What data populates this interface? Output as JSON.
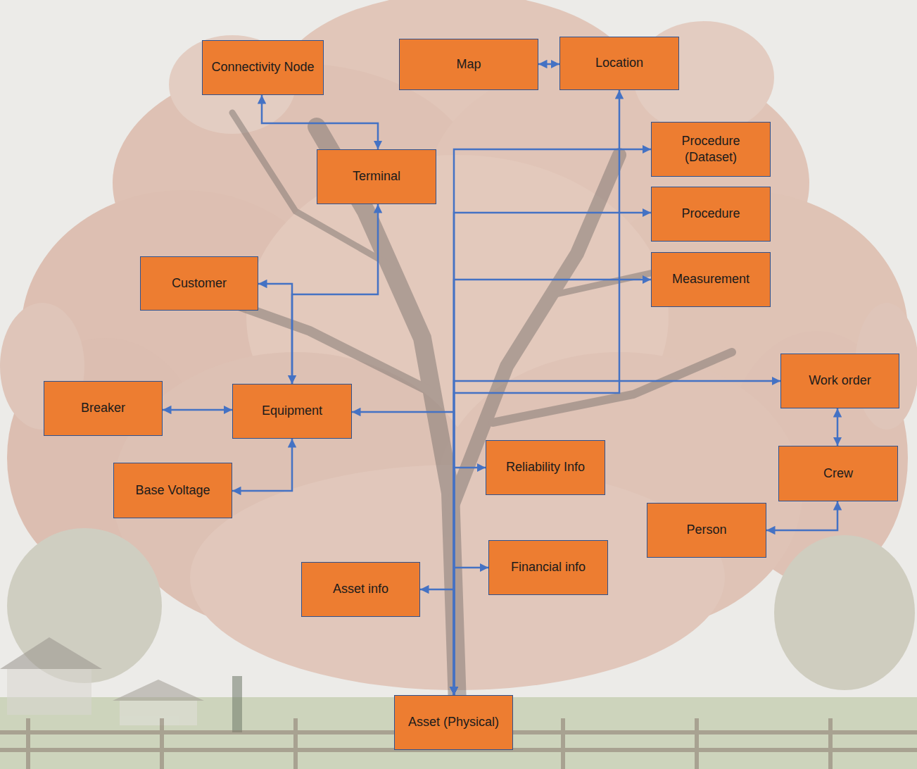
{
  "diagram": {
    "nodes": [
      {
        "text": [
          "Connectivity Node"
        ]
      },
      {
        "text": [
          "Map"
        ]
      },
      {
        "text": [
          "Location"
        ]
      },
      {
        "text": [
          "Terminal"
        ]
      },
      {
        "text": [
          "Procedure (Dataset)"
        ]
      },
      {
        "text": [
          "Procedure"
        ]
      },
      {
        "text": [
          "Customer"
        ]
      },
      {
        "text": [
          "Measurement"
        ]
      },
      {
        "text": [
          "Work order"
        ]
      },
      {
        "text": [
          "Breaker"
        ]
      },
      {
        "text": [
          "Equipment"
        ]
      },
      {
        "text": [
          "Crew"
        ]
      },
      {
        "text": [
          "Reliability Info"
        ]
      },
      {
        "text": [
          "Base Voltage"
        ]
      },
      {
        "text": [
          "Person"
        ]
      },
      {
        "text": [
          "Financial info"
        ]
      },
      {
        "text": [
          "Asset info"
        ]
      },
      {
        "text": [
          "Asset (Physical)"
        ]
      }
    ],
    "edges": [
      {
        "from": 1,
        "to": 2,
        "arrow": "both"
      },
      {
        "from": 0,
        "to": 3,
        "arrow": "both"
      },
      {
        "from": 3,
        "to": 10,
        "arrow": "both"
      },
      {
        "from": 6,
        "to": 10,
        "arrow": "both"
      },
      {
        "from": 9,
        "to": 10,
        "arrow": "both"
      },
      {
        "from": 13,
        "to": 10,
        "arrow": "both"
      },
      {
        "from": 8,
        "to": 11,
        "arrow": "both"
      },
      {
        "from": 14,
        "to": 11,
        "arrow": "both"
      },
      {
        "from": 17,
        "to": 4,
        "arrow": "both"
      },
      {
        "from": 17,
        "to": 5,
        "arrow": "both"
      },
      {
        "from": 17,
        "to": 7,
        "arrow": "both"
      },
      {
        "from": 17,
        "to": 2,
        "arrow": "both"
      },
      {
        "from": 17,
        "to": 8,
        "arrow": "both"
      },
      {
        "from": 17,
        "to": 10,
        "arrow": "both"
      },
      {
        "from": 17,
        "to": 12,
        "arrow": "both"
      },
      {
        "from": 17,
        "to": 15,
        "arrow": "both"
      },
      {
        "from": 17,
        "to": 16,
        "arrow": "both"
      }
    ]
  }
}
